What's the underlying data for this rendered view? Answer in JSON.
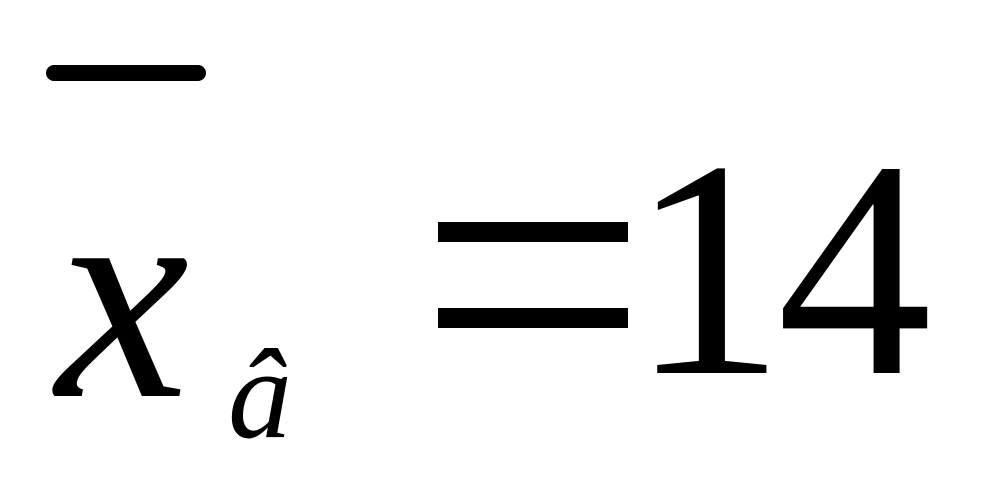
{
  "formula": {
    "variable": "x",
    "subscript": "â",
    "operator": "=",
    "value": "14"
  }
}
